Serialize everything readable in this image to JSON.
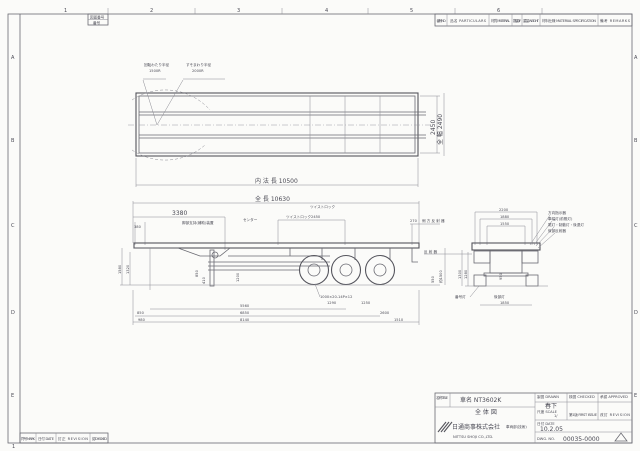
{
  "sheet": {
    "columns": [
      "1",
      "2",
      "3",
      "4",
      "5",
      "6"
    ],
    "rows": [
      "A",
      "B",
      "C",
      "D",
      "E"
    ],
    "drawing_no_box": {
      "label": "図面番号",
      "value": "番号"
    }
  },
  "parts_table": {
    "headers": [
      "番号 NO.",
      "品名 PARTICULARS",
      "材質 MATERIAL",
      "数量 Q'TY",
      "重量 WEIGHT",
      "材料仕様 MATERIAL SPECIFICATION",
      "備考 REMARKS"
    ]
  },
  "top_view": {
    "callout_1": {
      "label": "回転わたり半径",
      "value": "1500R"
    },
    "callout_2": {
      "label": "すそまわり半径",
      "value": "2000R"
    },
    "inner_length": "内 法 長 10500",
    "width_inner": "2450",
    "width_overall": "全 幅 2490"
  },
  "side_view": {
    "overall_length": "全 長 10630",
    "dim_3380": "3380",
    "dim_380": "380",
    "label_landing": "脚部支持(補助)装置",
    "label_center": "センター",
    "label_twistlock": "ツイストロック",
    "dim_2450": "ツイストロック2450",
    "dim_270": "270",
    "label_rear": "側 方 反 射 器",
    "dim_1580": "1580",
    "dim_1320": "1320",
    "dim_850_h": "850",
    "dim_410": "410",
    "dim_1200": "1200",
    "dim_550": "550",
    "dim_1500_r": "約1500",
    "tire_spec": "1000×20-14P×12",
    "dim_1290": "1290",
    "dim_1250": "1250",
    "dim_5560": "5560",
    "dim_850": "850",
    "dim_6850": "6850",
    "dim_2600": "2600",
    "dim_980": "980",
    "dim_8140": "8140",
    "dim_1510": "1510"
  },
  "end_view": {
    "dim_2200": "2200",
    "dim_1880": "1880",
    "dim_1550": "1550",
    "label_1": "方向指示器",
    "label_2": "車幅灯(前照灯)",
    "label_3": "尾灯・制動灯・後退灯",
    "label_4": "後部反射器",
    "label_left": "反 射 器",
    "dim_1300": "1300",
    "dim_1280": "1280",
    "dim_950": "950",
    "label_plate": "番号灯",
    "label_plate2": "後部灯",
    "dim_1850": "1850"
  },
  "title_block": {
    "title_label": "名 称 TITLE",
    "model": "車名 NT3602K",
    "view_name": "全 体 図",
    "drawn_label": "製図 DRAWN",
    "drawn_by": "春下",
    "checked_label": "検図 CHECKED",
    "approved_label": "承認 APPROVED",
    "scale_label": "尺度 SCALE",
    "scale_value": "1/",
    "first_issue_label": "第1版 FIRST ISSUE",
    "revision_label": "改訂 REVISION",
    "date_label": "日付 DATE",
    "date_value": "10.2.05",
    "dwg_no_label": "DWG. NO.",
    "dwg_no": "00035-0000",
    "company_jp": "日通商事株式会社",
    "company_dept": "車両部(技術)",
    "company_en": "NITTSU SHOJI CO.,LTD."
  },
  "revision_table": {
    "headers": [
      "符号 MARK",
      "日付 DATE",
      "訂正 REVISION",
      "認 CHECKED"
    ]
  }
}
